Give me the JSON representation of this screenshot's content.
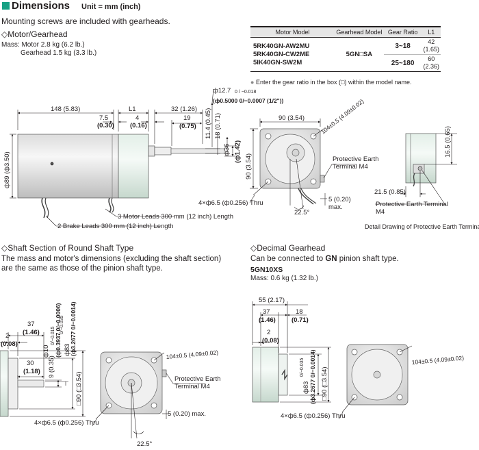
{
  "header": {
    "title": "Dimensions",
    "unit": "Unit = mm (inch)"
  },
  "intro": "Mounting screws are included with gearheads.",
  "motor_section": {
    "title": "◇Motor/Gearhead",
    "mass_line1": "Mass: Motor 2.8 kg (6.2 lb.)",
    "mass_line2": "Gearhead 1.5 kg (3.3 lb.)"
  },
  "table": {
    "headers": [
      "Motor Model",
      "Gearhead Model",
      "Gear Ratio",
      "L1"
    ],
    "models": [
      "5RK40GN-AW2MU",
      "5RK40GN-CW2ME",
      "5IK40GN-SW2M"
    ],
    "gearhead_model": "5GN□SA",
    "rows": [
      {
        "ratio": "3~18",
        "l1": "42",
        "l1_inch": "(1.65)"
      },
      {
        "ratio": "25~180",
        "l1": "60",
        "l1_inch": "(2.36)"
      }
    ],
    "note": "Enter the gear ratio in the box (□) within the model name."
  },
  "motor_dims": {
    "overall": "148 (5.83)",
    "d75": "7.5",
    "d75_in": "(0.30)",
    "l1": "L1",
    "d4": "4",
    "d4_in": "(0.16)",
    "d32": "32 (1.26)",
    "d19": "19",
    "d19_in": "(0.75)",
    "shaft_dia": "ф12.7",
    "shaft_tol": "0 / −0.018",
    "shaft_inch": "(ф0.5000 0/−0.0007 (1/2\"))",
    "d114": "11.4 (0.45)",
    "d18": "18 (0.71)",
    "d36": "ф36",
    "d36_in": "(ф1.42)",
    "d89": "ф89 (ф3.50)",
    "motor_leads": "3 Motor Leads 300 mm (12 inch) Length",
    "brake_leads": "2 Brake Leads 300 mm (12 inch) Length"
  },
  "front_view": {
    "width": "90 (3.54)",
    "height": "90 (3.54)",
    "pcd": "104±0.5 (4.09±0.02)",
    "earth": "Protective Earth",
    "earth2": "Terminal M4",
    "holes": "4×ф6.5 (ф0.256) Thru",
    "d5": "5 (0.20)",
    "max": "max.",
    "angle": "22.5°"
  },
  "detail": {
    "d165": "16.5 (0.65)",
    "d215": "21.5 (0.85)",
    "earth": "Protective Earth Terminal",
    "earth2": "M4",
    "caption": "Detail Drawing of Protective Earth Terminal"
  },
  "shaft_section": {
    "title": "◇Shaft Section of Round Shaft Type",
    "line1": "The mass and motor's dimensions (excluding the shaft section)",
    "line2": "are the same as those of the pinion shaft type.",
    "d37": "37",
    "d37_in": "(1.46)",
    "d2": "2",
    "d2_in": "(0.08)",
    "d30": "30",
    "d30_in": "(1.18)",
    "d9": "9 (0.35)",
    "d10": "ф10",
    "d10_tol": "0/−0.015",
    "d10_in": "(ф0.3937 0/−0.0006)",
    "d83": "ф83",
    "d83_tol": "0/−0.035",
    "d83_in": "(ф3.2677 0/−0.0014)",
    "sq90": "□90 (□3.54)",
    "pcd": "104±0.5 (4.09±0.02)",
    "earth": "Protective Earth",
    "earth2": "Terminal M4",
    "holes": "4×ф6.5 (ф0.256) Thru",
    "d5": "5 (0.20) max.",
    "angle": "22.5°"
  },
  "decimal_section": {
    "title": "◇Decimal Gearhead",
    "line1_pre": "Can be connected to ",
    "line1_bold": "GN",
    "line1_post": " pinion shaft type.",
    "model": "5GN10XS",
    "mass": "Mass: 0.6 kg (1.32 lb.)",
    "d55": "55 (2.17)",
    "d37": "37",
    "d37_in": "(1.46)",
    "d18": "18",
    "d18_in": "(0.71)",
    "d2": "2",
    "d2_in": "(0.08)",
    "d83": "ф83",
    "d83_tol": "0/−0.035",
    "d83_in": "(ф3.2677 0/−0.0014)",
    "sq90": "□90 (□3.54)",
    "pcd": "104±0.5 (4.09±0.02)",
    "holes": "4×ф6.5 (ф0.256) Thru"
  }
}
